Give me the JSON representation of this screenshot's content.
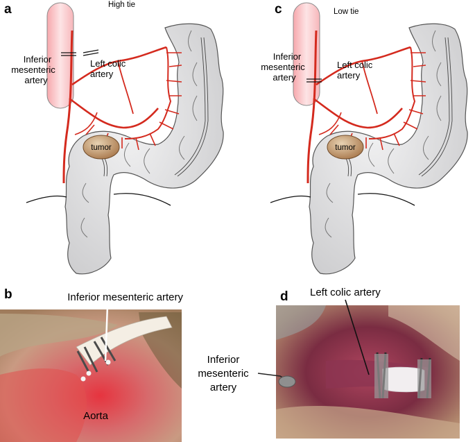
{
  "panels": {
    "a": {
      "letter": "a",
      "title": "High tie",
      "ima_line1": "Inferior",
      "ima_line2": "mesenteric",
      "ima_line3": "artery",
      "lca_line1": "Left colic",
      "lca_line2": "artery",
      "tumor": "tumor"
    },
    "c": {
      "letter": "c",
      "title": "Low tie",
      "ima_line1": "Inferior",
      "ima_line2": "mesenteric",
      "ima_line3": "artery",
      "lca_line1": "Left colic",
      "lca_line2": "artery",
      "tumor": "tumor"
    },
    "b": {
      "letter": "b",
      "callout": "Inferior mesenteric artery",
      "aorta": "Aorta"
    },
    "d": {
      "letter": "d",
      "callout_top": "Left colic artery",
      "callout_line1": "Inferior",
      "callout_line2": "mesenteric",
      "callout_line3": "artery"
    }
  },
  "colors": {
    "artery": "#d42a1e",
    "aorta_fill": "#f6c3c6",
    "colon_fill": "#dadadb",
    "tumor_fill": "#b98e62"
  }
}
